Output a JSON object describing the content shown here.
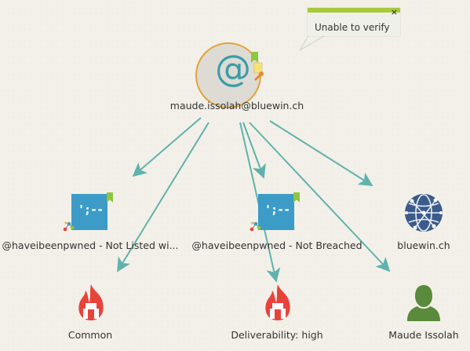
{
  "tooltip": {
    "text": "Unable to verify",
    "close": "×"
  },
  "root": {
    "label": "maude.issolah@bluewin.ch",
    "icon": "at-sign-icon",
    "glyph": "@"
  },
  "nodes": [
    {
      "id": "hibp-not-listed",
      "label": "@haveibeenpwned - Not Listed wi...",
      "icon": "haveibeenpwned-icon",
      "glyph": "';--"
    },
    {
      "id": "hibp-not-breached",
      "label": "@haveibeenpwned - Not Breached",
      "icon": "haveibeenpwned-icon",
      "glyph": "';--"
    },
    {
      "id": "domain",
      "label": "bluewin.ch",
      "icon": "globe-icon"
    },
    {
      "id": "common",
      "label": "Common",
      "icon": "fire-icon"
    },
    {
      "id": "deliverability",
      "label": "Deliverability: high",
      "icon": "fire-icon"
    },
    {
      "id": "person",
      "label": "Maude Issolah",
      "icon": "person-icon"
    }
  ],
  "colors": {
    "edge": "#5fb3ac",
    "root_border": "#e3a23a",
    "root_fill": "#dedbd5",
    "tooltip_accent": "#a8c93a",
    "hibp_box": "#3d9bc7",
    "fire": "#e8433b",
    "globe": "#3a5b8c",
    "person": "#5a8a3c"
  }
}
